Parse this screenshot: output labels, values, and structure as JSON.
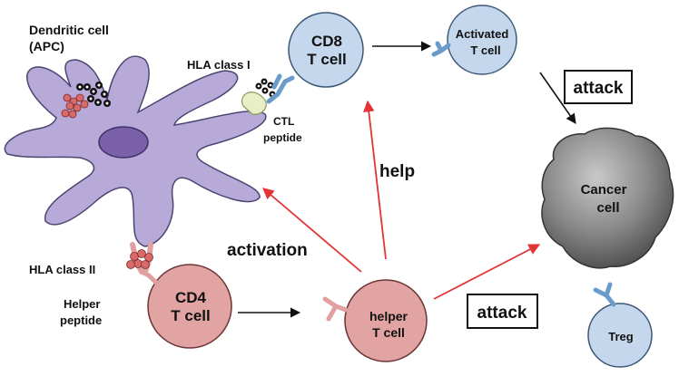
{
  "labels": {
    "dendritic_line1": "Dendritic cell",
    "dendritic_line2": "(APC)",
    "hla_class_1": "HLA class I",
    "ctl_line1": "CTL",
    "ctl_line2": "peptide",
    "hla_class_2": "HLA class II",
    "helper_peptide_line1": "Helper",
    "helper_peptide_line2": "peptide",
    "help": "help",
    "activation": "activation",
    "attack_top": "attack",
    "attack_bottom": "attack"
  },
  "cells": {
    "cd8_line1": "CD8",
    "cd8_line2": "T cell",
    "activated_line1": "Activated",
    "activated_line2": "T cell",
    "cd4_line1": "CD4",
    "cd4_line2": "T cell",
    "helper_line1": "helper",
    "helper_line2": "T cell",
    "cancer_line1": "Cancer",
    "cancer_line2": "cell",
    "treg": "Treg"
  },
  "colors": {
    "dendritic_fill": "#b7aad8",
    "nucleus_fill": "#7a60a8",
    "tcell_blue": "#c5d7ec",
    "tcell_pink": "#e2a3a3",
    "receptor_blue": "#6a9ccb",
    "receptor_pink": "#e0a0a0",
    "peptide_red": "#d96a6a",
    "cancer_gray": "#7d7d7d",
    "arrow_red": "#e23434",
    "arrow_black": "#111111"
  }
}
